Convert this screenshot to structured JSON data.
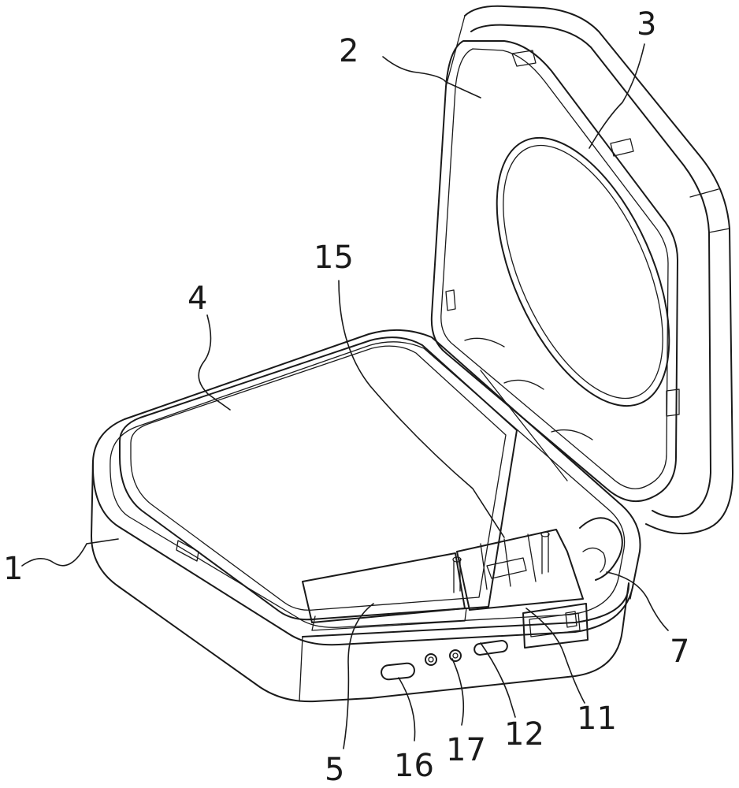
{
  "labels": {
    "housing": "1",
    "lid": "2",
    "charging_coil": "3",
    "battery": "4",
    "board": "5",
    "hinge": "7",
    "usb_port": "11",
    "micro_usb_port": "12",
    "connector": "15",
    "power_button": "16",
    "indicator_light": "17"
  },
  "colors": {
    "line": "#1a1a1a",
    "background": "#ffffff"
  }
}
